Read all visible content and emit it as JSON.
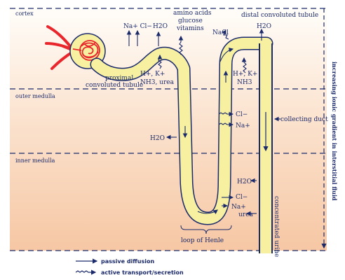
{
  "zones": {
    "cortex": "cortex",
    "outer_medulla": "outer medulla",
    "inner_medulla": "inner medulla"
  },
  "side_label": "increasing ionic gradient in interstitial fluid",
  "labels": {
    "na_cl_top": "Na+ Cl−",
    "h2o_top": "H2O",
    "amino_acids": "amino acids",
    "glucose": "glucose",
    "vitamins": "vitamins",
    "distal_tubule": "distal convoluted tubule",
    "nacl": "NaCl",
    "h2o_distal": "H2O",
    "proximal_1": "proximal",
    "proximal_2": "convoluted tubule",
    "h_k_left": "H+, K+",
    "nh3_urea": "NH3, urea",
    "h_k_right": "H+, K+",
    "nh3_right": "NH3",
    "cl_outer": "Cl−",
    "na_outer": "Na+",
    "collecting_duct": "collecting duct",
    "h2o_outer": "H2O",
    "h2o_inner": "H2O",
    "cl_inner": "Cl−",
    "na_inner": "Na+",
    "urea": "urea",
    "loop_of_henle": "loop of Henle",
    "concentrated_urine": "concentrated urine"
  },
  "legend": {
    "passive": "passive diffusion",
    "active": "active transport/secretion"
  },
  "colors": {
    "tubule_fill": "#f6f0a0",
    "tubule_edge": "#1b2a6b",
    "arrow": "#1b2a6b",
    "vessel": "#e8262c",
    "bg_top": "#ffffff",
    "bg_bottom": "#f6c9a7"
  }
}
